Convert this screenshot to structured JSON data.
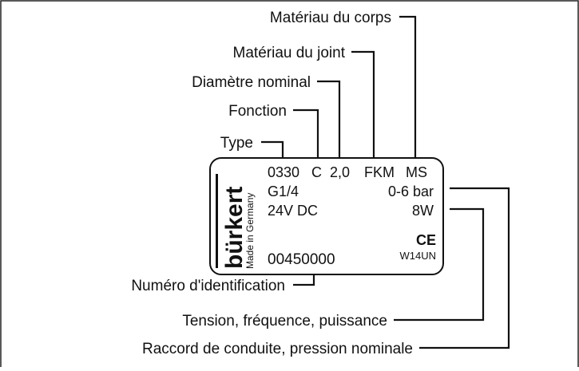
{
  "callouts": {
    "body_material": "Matériau du corps",
    "seal_material": "Matériau du joint",
    "nominal_diameter": "Diamètre nominal",
    "function": "Fonction",
    "type": "Type",
    "id_number": "Numéro d'identification",
    "voltage_frequency_power": "Tension, fréquence, puissance",
    "connection_pressure": "Raccord de conduite, pression nominale"
  },
  "plate": {
    "brand": "bürkert",
    "made_in": "Made in Germany",
    "type_value": "0330",
    "function_value": "C",
    "diameter_value": "2,0",
    "seal_value": "FKM",
    "body_value": "MS",
    "port_value": "G1/4",
    "pressure_value": "0-6 bar",
    "voltage_value": "24V DC",
    "power_value": "8W",
    "ce_mark": "CE",
    "code": "W14UN",
    "id_value": "00450000"
  }
}
